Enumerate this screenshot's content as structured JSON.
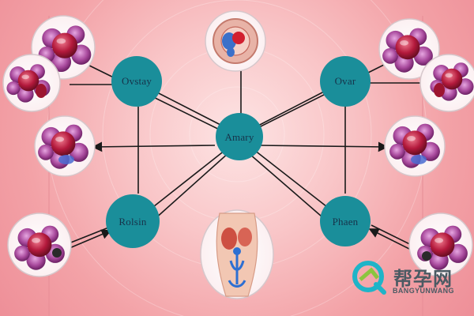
{
  "nodes": {
    "center": "Amary",
    "top_left": "Ovstay",
    "top_right": "Ovar",
    "bottom_left": "Rolsin",
    "bottom_right": "Phaen"
  },
  "watermark": {
    "brand": "帮孕网",
    "sub": "BANGYUNWANG"
  },
  "colors": {
    "node_fill": "#1a8e9a",
    "connector": "#1a1a1a",
    "tissue_purple": "#9b2f86",
    "nucleus_red": "#b3193c",
    "background": "#f6b3b6"
  },
  "icons": [
    "follicle-cluster-icon",
    "ovary-cross-section-icon",
    "blood-cell-icon",
    "female-torso-icon",
    "watermark-logo-icon"
  ]
}
